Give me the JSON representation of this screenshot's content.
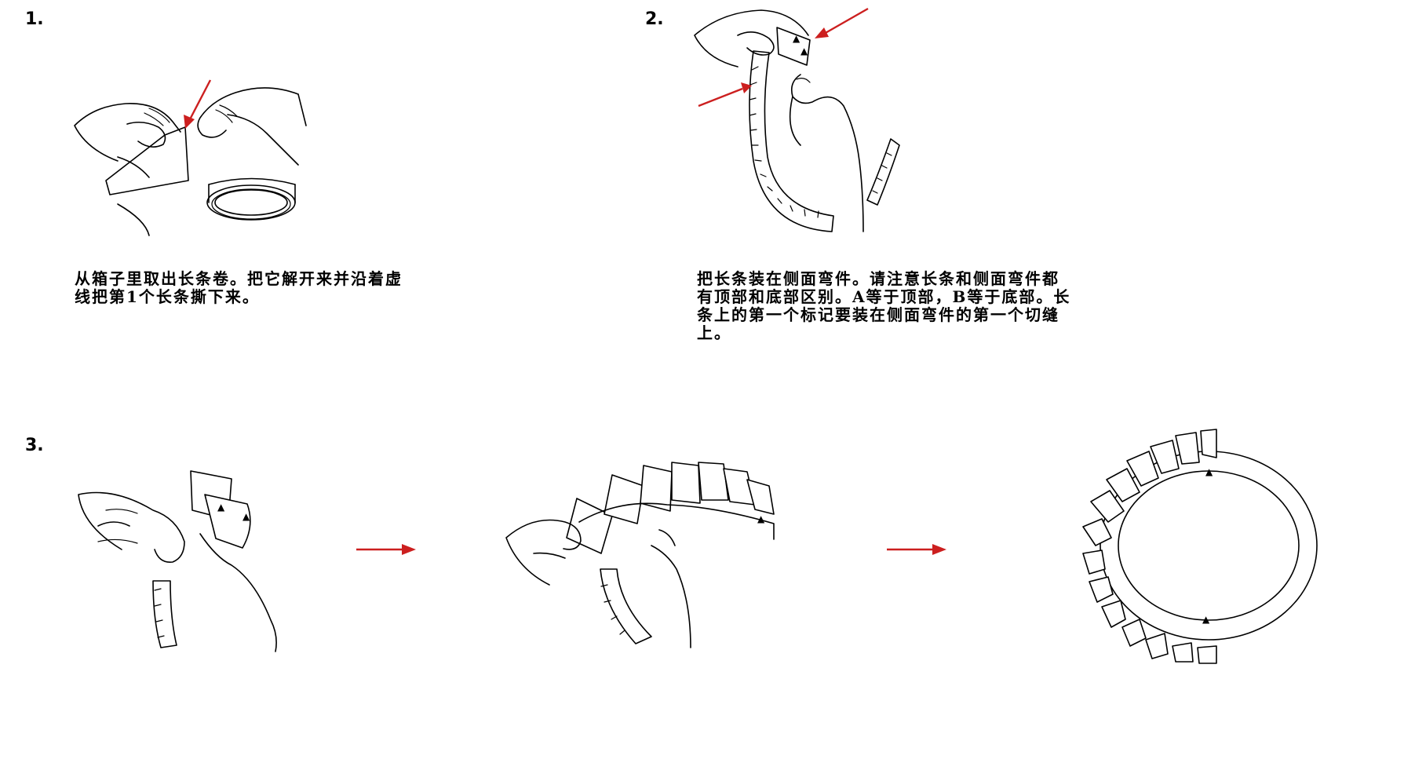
{
  "steps": [
    {
      "number": "1.",
      "caption": "从箱子里取出长条卷。把它解开来并沿着虚\n线把第1个长条撕下来。"
    },
    {
      "number": "2.",
      "caption": "把长条装在侧面弯件。请注意长条和侧面弯件都\n有顶部和底部区别。A等于顶部，B等于底部。长\n条上的第一个标记要装在侧面弯件的第一个切缝\n上。"
    },
    {
      "number": "3.",
      "caption": ""
    }
  ],
  "colors": {
    "arrow": "#cc1f1f",
    "ink": "#000000",
    "background": "#ffffff"
  },
  "icons": [
    "red-arrow-icon",
    "hands-illustration",
    "tape-roll-illustration",
    "strip-illustration",
    "ring-assembly-illustration"
  ]
}
